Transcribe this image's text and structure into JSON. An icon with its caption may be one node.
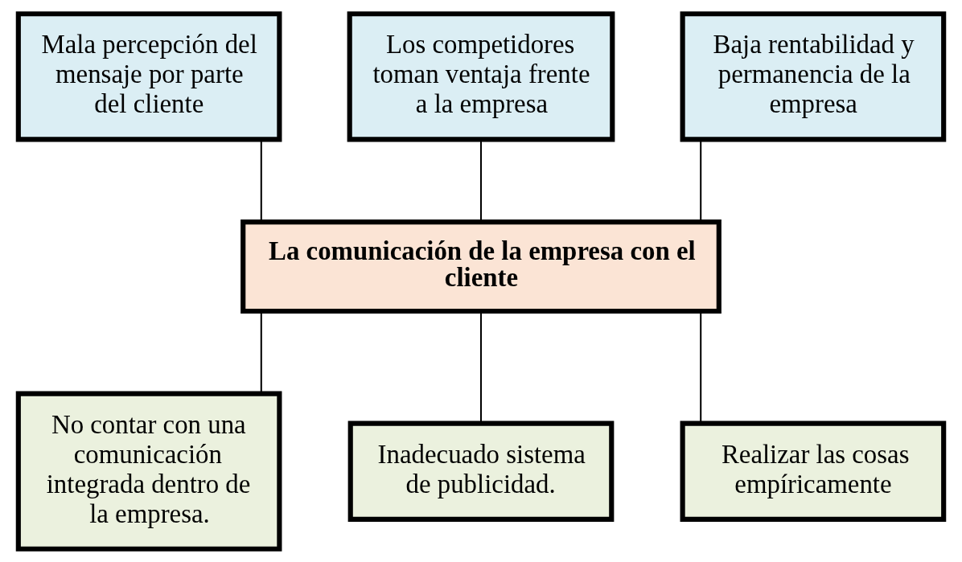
{
  "diagram": {
    "nodes": [
      {
        "text": [
          "Mala percepción del mensaje por parte del cliente"
        ]
      },
      {
        "text": [
          "Los competidores toman ventaja frente a la empresa"
        ]
      },
      {
        "text": [
          "Baja rentabilidad y permanencia de la empresa"
        ]
      },
      {
        "text": [
          "La comunicación de la empresa con el cliente"
        ]
      },
      {
        "text": [
          "No contar con una comunicación integrada dentro de la empresa."
        ]
      },
      {
        "text": [
          "Inadecuado sistema de publicidad."
        ]
      },
      {
        "text": [
          "Realizar las cosas empíricamente"
        ]
      }
    ],
    "edges": [
      {
        "from": 0,
        "to": 3,
        "arrow": "none"
      },
      {
        "from": 1,
        "to": 3,
        "arrow": "none"
      },
      {
        "from": 2,
        "to": 3,
        "arrow": "none"
      },
      {
        "from": 3,
        "to": 4,
        "arrow": "none"
      },
      {
        "from": 3,
        "to": 5,
        "arrow": "none"
      },
      {
        "from": 3,
        "to": 6,
        "arrow": "none"
      }
    ]
  }
}
